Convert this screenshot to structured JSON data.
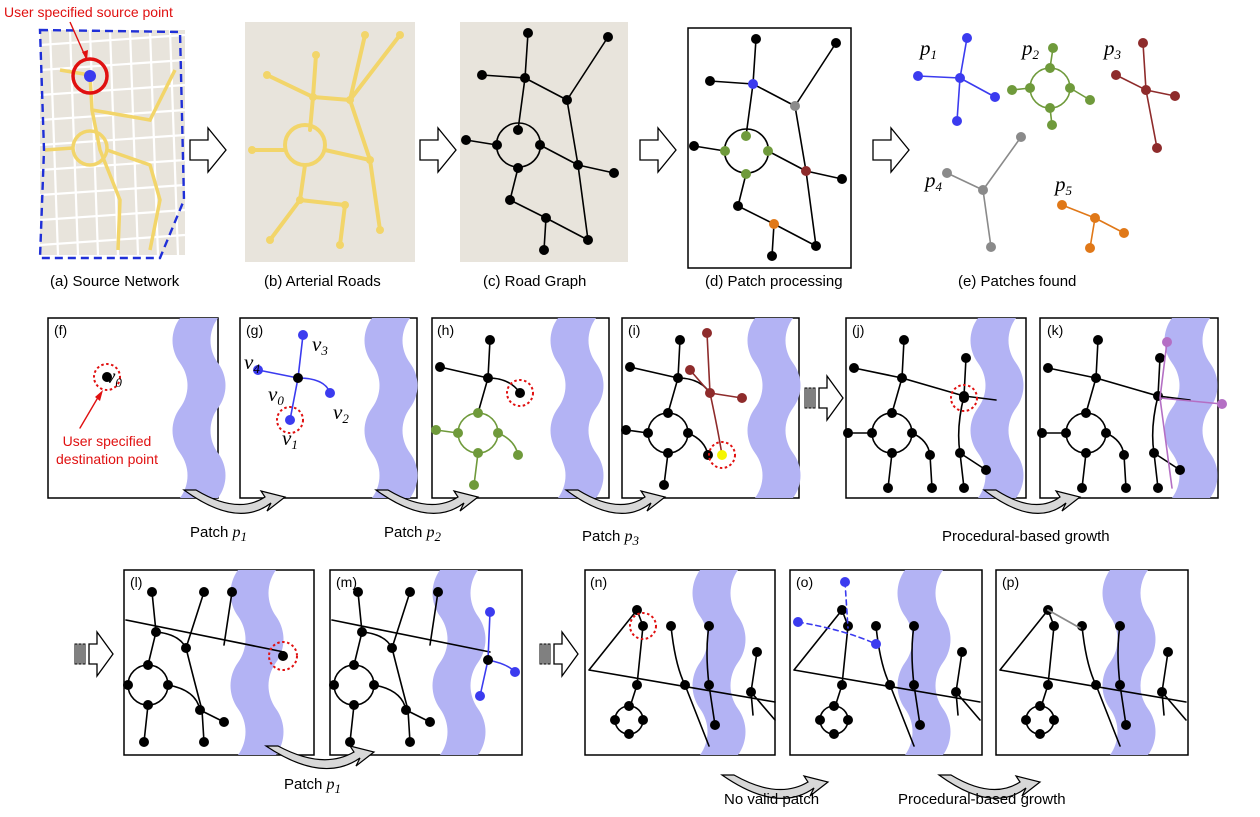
{
  "colors": {
    "blue": "#3b3bef",
    "green": "#6f9a3b",
    "darkred": "#8e2b2b",
    "gray": "#8a8a8a",
    "orange": "#e07818",
    "yellow_road": "#f2d56a",
    "map_bg": "#e8e4dc",
    "river": "#b3b3f4",
    "red_annot": "#e01010",
    "magenta": "#b46fc4",
    "highlight": "#f5f500"
  },
  "top_row": {
    "callout": "User specified source point",
    "captions": [
      "(a) Source Network",
      "(b) Arterial Roads",
      "(c) Road Graph",
      "(d) Patch processing",
      "(e) Patches found"
    ],
    "patches": [
      {
        "letter": "p",
        "sub": "1"
      },
      {
        "letter": "p",
        "sub": "2"
      },
      {
        "letter": "p",
        "sub": "3"
      },
      {
        "letter": "p",
        "sub": "4"
      },
      {
        "letter": "p",
        "sub": "5"
      }
    ]
  },
  "panels": {
    "f": "(f)",
    "g": "(g)",
    "h": "(h)",
    "i": "(i)",
    "j": "(j)",
    "k": "(k)",
    "l": "(l)",
    "m": "(m)",
    "n": "(n)",
    "o": "(o)",
    "p": "(p)"
  },
  "vertex_labels": {
    "v0_f": {
      "letter": "v",
      "sub": "0"
    },
    "v0": {
      "letter": "v",
      "sub": "0"
    },
    "v1": {
      "letter": "v",
      "sub": "1"
    },
    "v2": {
      "letter": "v",
      "sub": "2"
    },
    "v3": {
      "letter": "v",
      "sub": "3"
    },
    "v4": {
      "letter": "v",
      "sub": "4"
    }
  },
  "destination_note": [
    "User specified",
    "destination point"
  ],
  "arrow_labels": {
    "patch1": {
      "text": "Patch ",
      "letter": "p",
      "sub": "1"
    },
    "patch2": {
      "text": "Patch ",
      "letter": "p",
      "sub": "2"
    },
    "patch3": {
      "text": "Patch ",
      "letter": "p",
      "sub": "3"
    },
    "growth1": "Procedural-based growth",
    "patch1b": {
      "text": "Patch ",
      "letter": "p",
      "sub": "1"
    },
    "novalid": "No valid patch",
    "growth2": "Procedural-based growth"
  }
}
